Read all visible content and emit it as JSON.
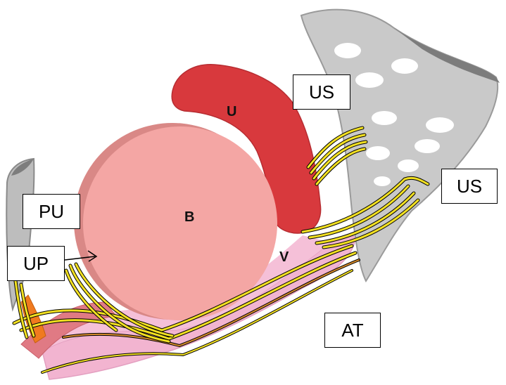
{
  "labels": {
    "us_top": "US",
    "us_right": "US",
    "pu": "PU",
    "up": "UP",
    "at": "AT",
    "uterus": "U",
    "bladder": "B",
    "vagina": "V"
  },
  "colors": {
    "bladder": "#f4a6a4",
    "bladder_rim": "#d98886",
    "uterus": "#d8393d",
    "vagina": "#f2b4d0",
    "ligament": "#c7c7c7",
    "ligament_edge": "#8e8e8e",
    "nerves": "#f2e021",
    "nerve_outline": "#000000",
    "pubourethral": "#b5b5b5",
    "urethra_orange": "#f07a1f",
    "rectal_tube": "#e07a84"
  }
}
